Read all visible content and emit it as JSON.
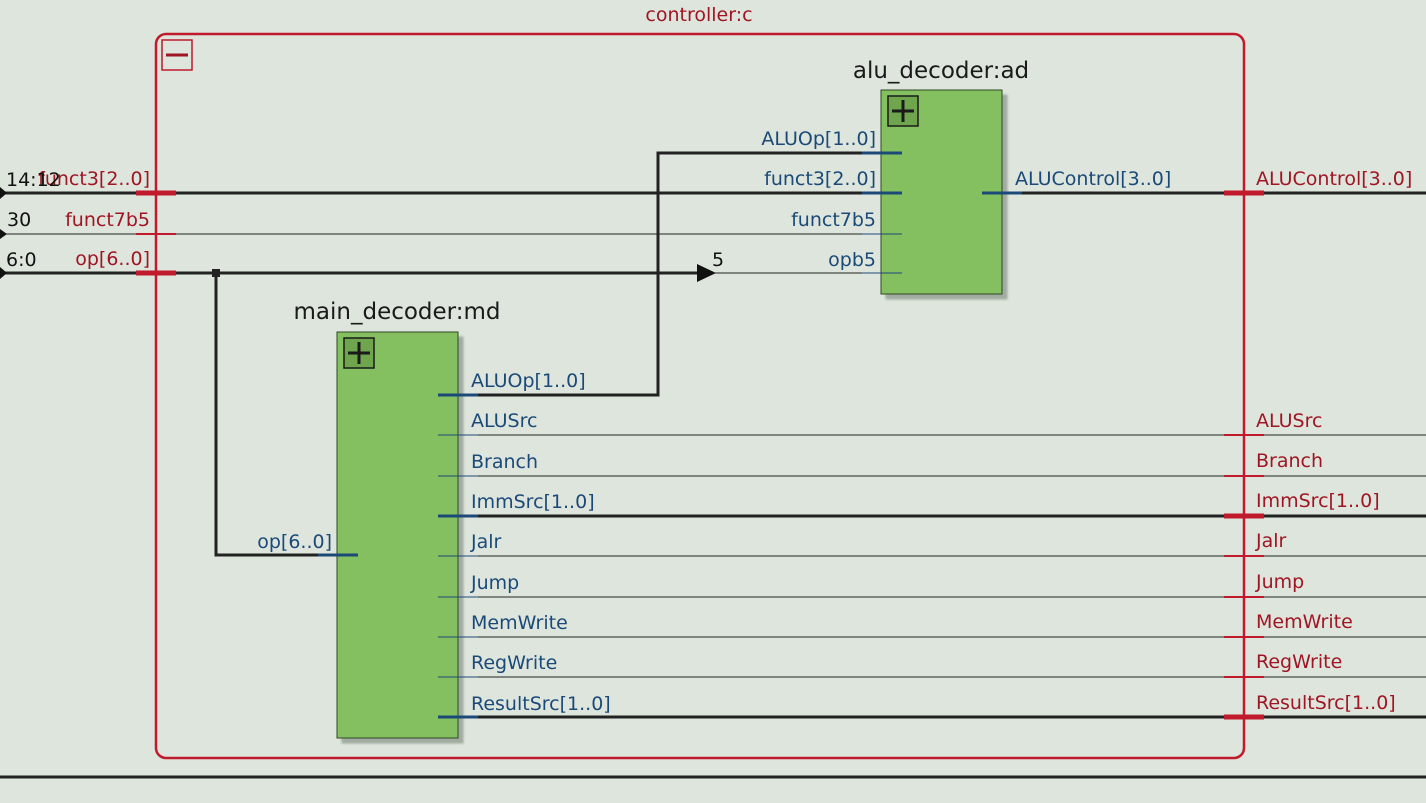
{
  "colors": {
    "background": "#dde5dc",
    "controller_border": "#c01a2c",
    "block_fill": "#84c061",
    "port_text": "#1b4a78",
    "pin_text": "#a01523",
    "wire": "#222222"
  },
  "controller": {
    "title": "controller:c",
    "collapse_icon": "minus-icon"
  },
  "alu_decoder": {
    "title": "alu_decoder:ad",
    "expand_icon": "plus-icon",
    "inputs": [
      "ALUOp[1..0]",
      "funct3[2..0]",
      "funct7b5",
      "opb5"
    ],
    "output": "ALUControl[3..0]"
  },
  "main_decoder": {
    "title": "main_decoder:md",
    "expand_icon": "plus-icon",
    "input": "op[6..0]",
    "outputs": [
      "ALUOp[1..0]",
      "ALUSrc",
      "Branch",
      "ImmSrc[1..0]",
      "Jalr",
      "Jump",
      "MemWrite",
      "RegWrite",
      "ResultSrc[1..0]"
    ]
  },
  "input_pins": [
    {
      "name": "funct3[2..0]",
      "range": "14:12"
    },
    {
      "name": "funct7b5",
      "range": "30"
    },
    {
      "name": "op[6..0]",
      "range": "6:0"
    }
  ],
  "output_pins": [
    "ALUControl[3..0]",
    "ALUSrc",
    "Branch",
    "ImmSrc[1..0]",
    "Jalr",
    "Jump",
    "MemWrite",
    "RegWrite",
    "ResultSrc[1..0]"
  ],
  "wire_labels": {
    "op_bit": "5"
  }
}
